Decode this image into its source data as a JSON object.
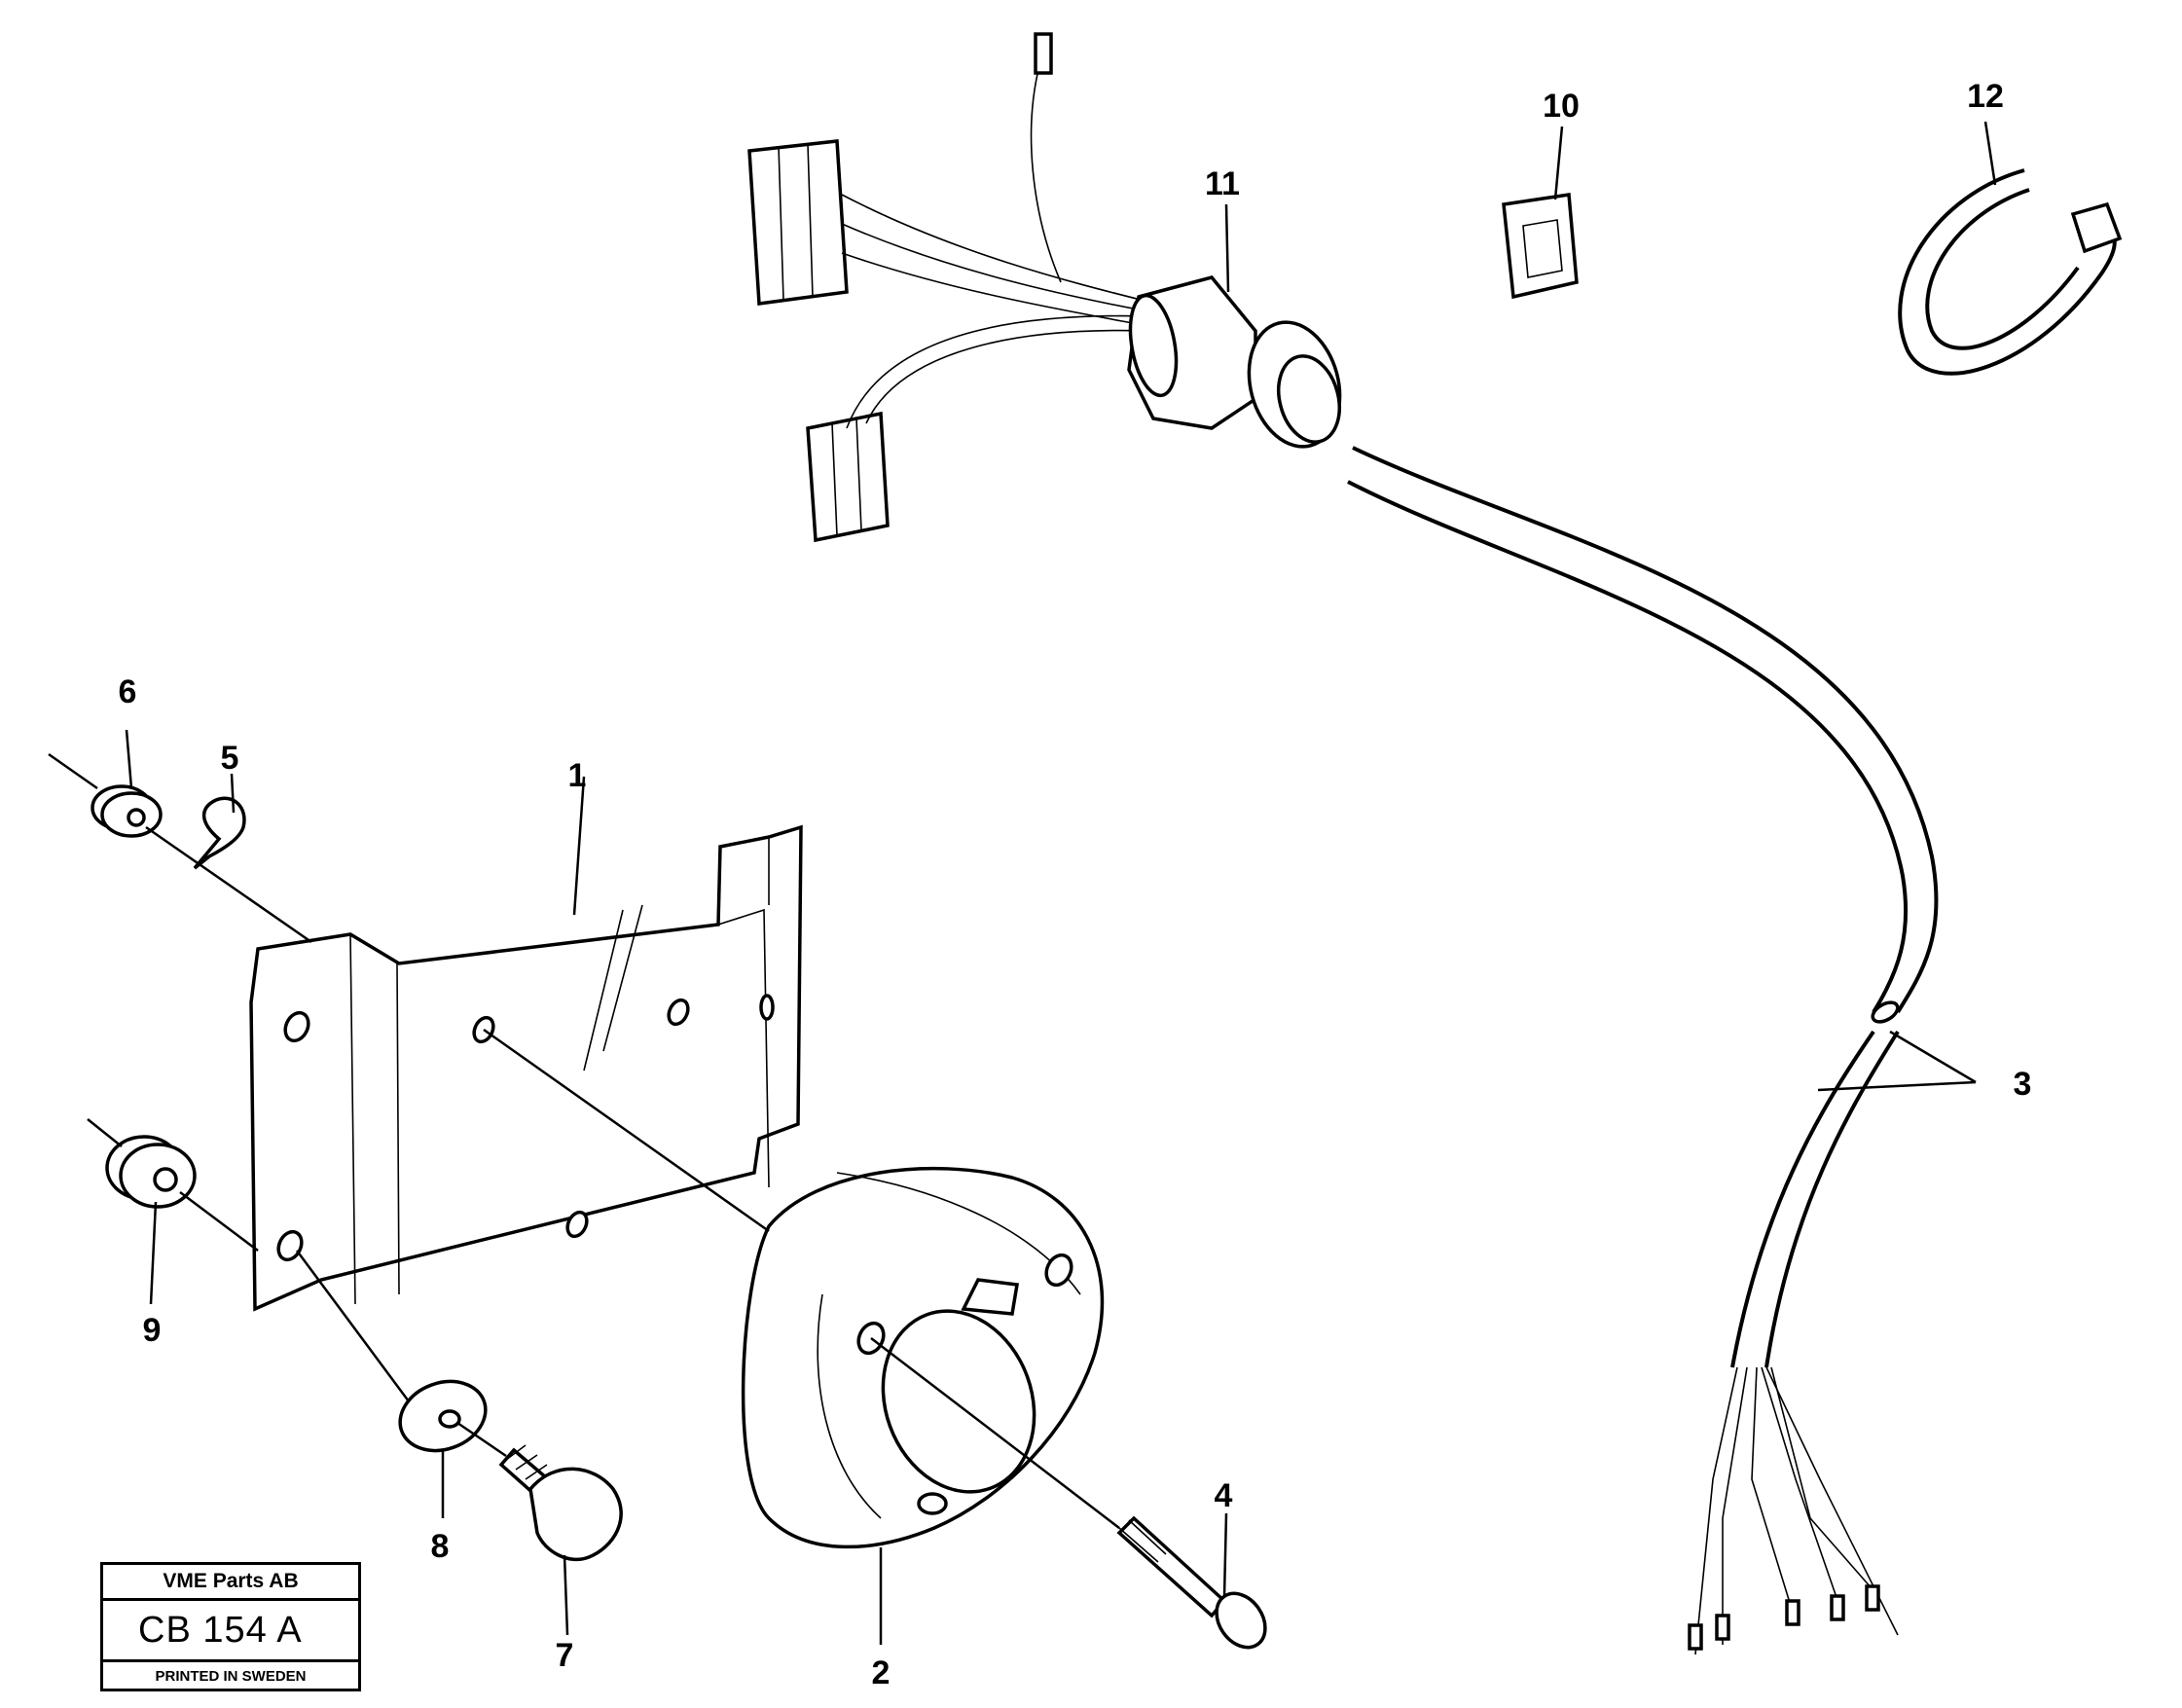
{
  "callouts": {
    "c1": "1",
    "c2": "2",
    "c3": "3",
    "c4": "4",
    "c5": "5",
    "c6": "6",
    "c7": "7",
    "c8": "8",
    "c9": "9",
    "c10": "10",
    "c11": "11",
    "c12": "12"
  },
  "title_block": {
    "company": "VME Parts AB",
    "code": "CB 154 A",
    "printed": "PRINTED IN SWEDEN"
  }
}
